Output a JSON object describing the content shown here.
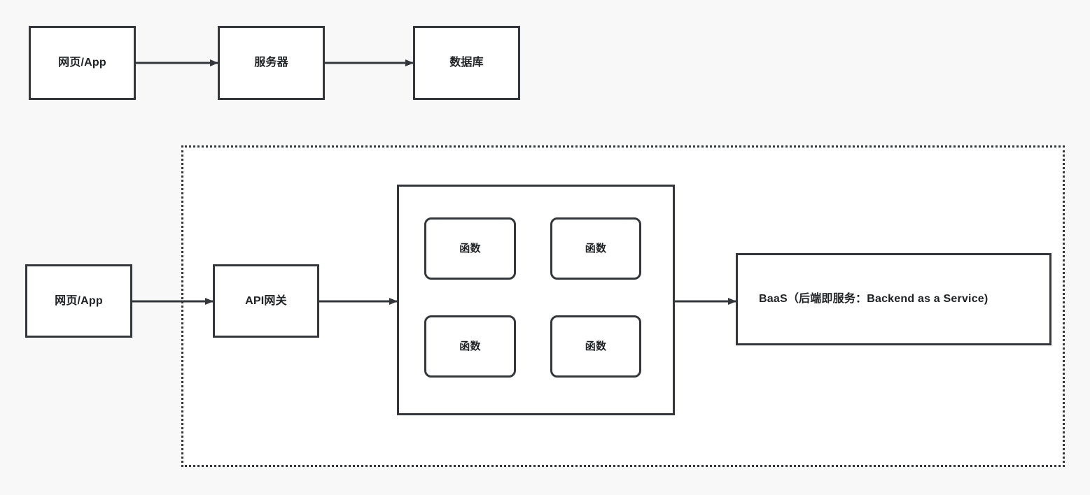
{
  "diagram": {
    "title_visible": false,
    "background_color": "#f8f8f8",
    "stroke_color": "#33373b",
    "node_fill": "#ffffff",
    "text_color": "#1f2225",
    "traditional_flow": {
      "name": "traditional-architecture-row",
      "nodes": [
        {
          "id": "client-top",
          "label": "网页/App"
        },
        {
          "id": "server",
          "label": "服务器"
        },
        {
          "id": "database",
          "label": "数据库"
        }
      ],
      "edges": [
        {
          "from": "client-top",
          "to": "server",
          "arrow": "right"
        },
        {
          "from": "server",
          "to": "database",
          "arrow": "right"
        }
      ]
    },
    "serverless_flow": {
      "name": "serverless-architecture-row",
      "boundary_label": "",
      "nodes": [
        {
          "id": "client-bottom",
          "label": "网页/App"
        },
        {
          "id": "api-gateway",
          "label": "API网关"
        },
        {
          "id": "function-container",
          "label": ""
        },
        {
          "id": "baas",
          "label": "BaaS（后端即服务：Backend as a Service)"
        }
      ],
      "functions": [
        {
          "id": "function-1",
          "label": "函数"
        },
        {
          "id": "function-2",
          "label": "函数"
        },
        {
          "id": "function-3",
          "label": "函数"
        },
        {
          "id": "function-4",
          "label": "函数"
        }
      ],
      "edges": [
        {
          "from": "client-bottom",
          "to": "api-gateway",
          "arrow": "right"
        },
        {
          "from": "api-gateway",
          "to": "function-container",
          "arrow": "right"
        },
        {
          "from": "function-container",
          "to": "baas",
          "arrow": "right"
        }
      ]
    }
  }
}
